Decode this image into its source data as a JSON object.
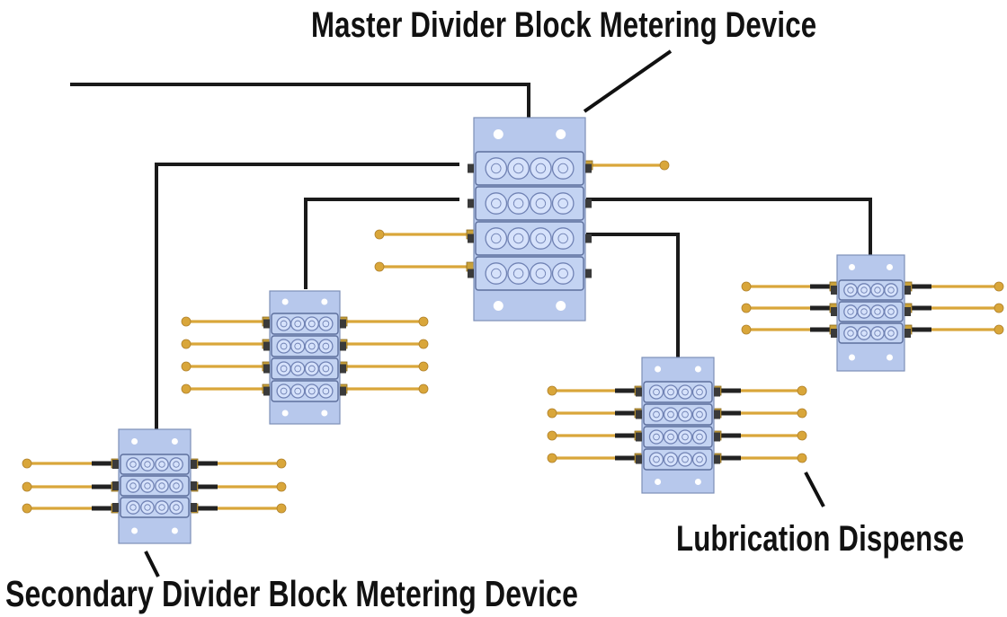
{
  "labels": {
    "master": "Master Divider Block Metering Device",
    "secondary": "Secondary Divider Block Metering Device",
    "lubrication": "Lubrication Dispense"
  },
  "colors": {
    "block_fill": "#b7c8ec",
    "block_stroke": "#7d8fb8",
    "piston_fill": "#d6e2fb",
    "piston_stroke": "#7082b4",
    "main_line": "#1a1a1a",
    "feed_line": "#d9a63a",
    "fitting": "#c9a13a",
    "background": "#ffffff"
  },
  "blocks": [
    {
      "name": "master-divider-block",
      "sections": 4
    },
    {
      "name": "secondary-block-left-middle",
      "sections": 4
    },
    {
      "name": "secondary-block-bottom-left",
      "sections": 3
    },
    {
      "name": "secondary-block-bottom-center",
      "sections": 4
    },
    {
      "name": "secondary-block-right",
      "sections": 3
    }
  ]
}
